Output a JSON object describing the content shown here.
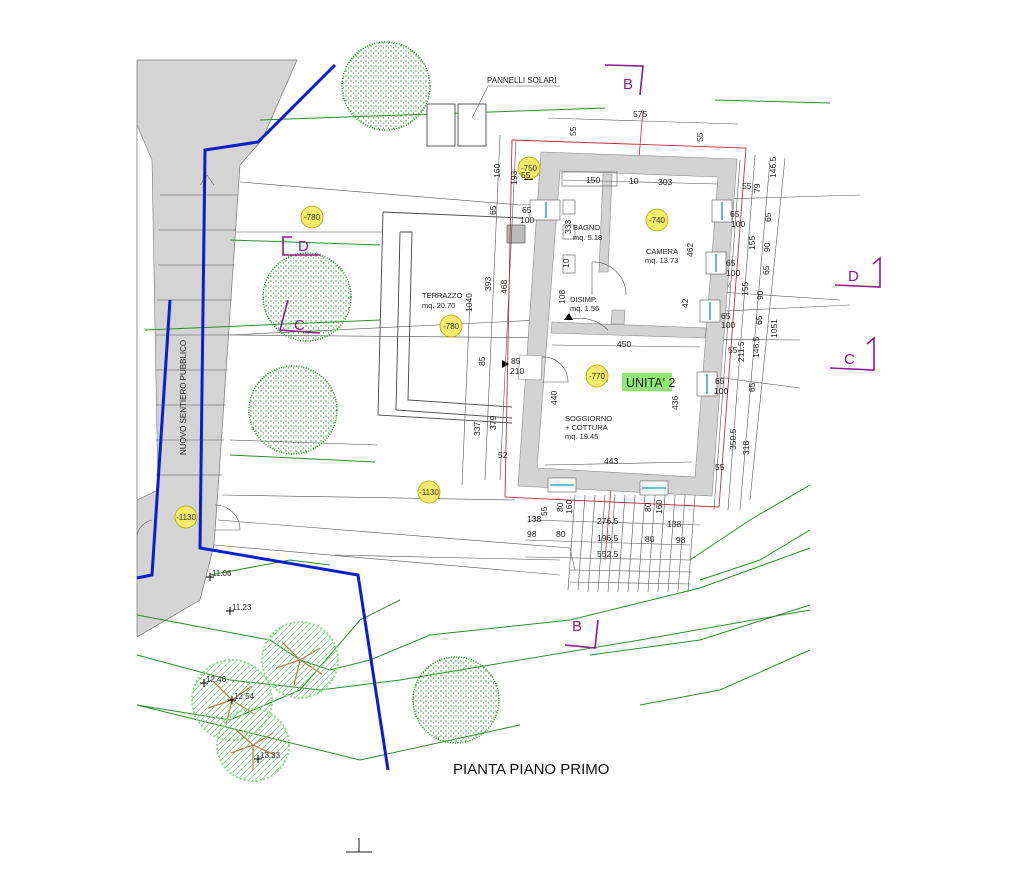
{
  "title": "PIANTA PIANO PRIMO",
  "unit_label": "UNITA' 2",
  "solar_label": "PANNELLI SOLARI",
  "path_label": "NUOVO SENTIERO PUBBLICO",
  "colors": {
    "path_blue": "#0a1ecf",
    "section_purple": "#8b1a89",
    "elevation_yellow": "#f6ec6c",
    "unit_green": "#8fe873",
    "wall_gray": "#d3d3d3",
    "outline_red": "#c0303a",
    "contour_green": "#2e8b2e"
  },
  "rooms": {
    "bagno": {
      "name": "BAGNO",
      "area": "mq. 5.18"
    },
    "camera": {
      "name": "CAMERA",
      "area": "mq. 13.73"
    },
    "disimp": {
      "name": "DISIMP.",
      "area": "mq. 1.56"
    },
    "terrazzo": {
      "name": "TERRAZZO",
      "area": "mq. 20.70"
    },
    "soggiorno": {
      "name": "SOGGIORNO",
      "name2": "+ COTTURA",
      "area": "mq. 19.45"
    }
  },
  "elevations": [
    "-750",
    "-780",
    "-740",
    "-780",
    "-770",
    "-1130",
    "-1130"
  ],
  "spot_heights": [
    "11.06",
    "11.23",
    "12.46",
    "12.54",
    "13.33"
  ],
  "sections": {
    "b_top": "B",
    "b_bottom": "B",
    "d_left": "D",
    "d_right": "D",
    "c_left": "C",
    "c_right": "C"
  },
  "dims": [
    "575",
    "55",
    "55",
    "150",
    "10",
    "303",
    "55",
    "79",
    "146.5",
    "160",
    "193",
    "65",
    "65",
    "100",
    "333",
    "65",
    "100",
    "155",
    "90",
    "65",
    "462",
    "65",
    "100",
    "65",
    "10",
    "108",
    "393",
    "468",
    "1040",
    "42",
    "155",
    "90",
    "65",
    "100",
    "65",
    "1051",
    "450",
    "55",
    "211.5",
    "146.5",
    "85",
    "210",
    "85",
    "65",
    "100",
    "65",
    "440",
    "436",
    "337",
    "379",
    "52",
    "443",
    "350.5",
    "318",
    "55",
    "55",
    "138",
    "80",
    "160",
    "276.5",
    "80",
    "160",
    "138",
    "98",
    "80",
    "196.5",
    "80",
    "98",
    "552.5",
    "55"
  ]
}
